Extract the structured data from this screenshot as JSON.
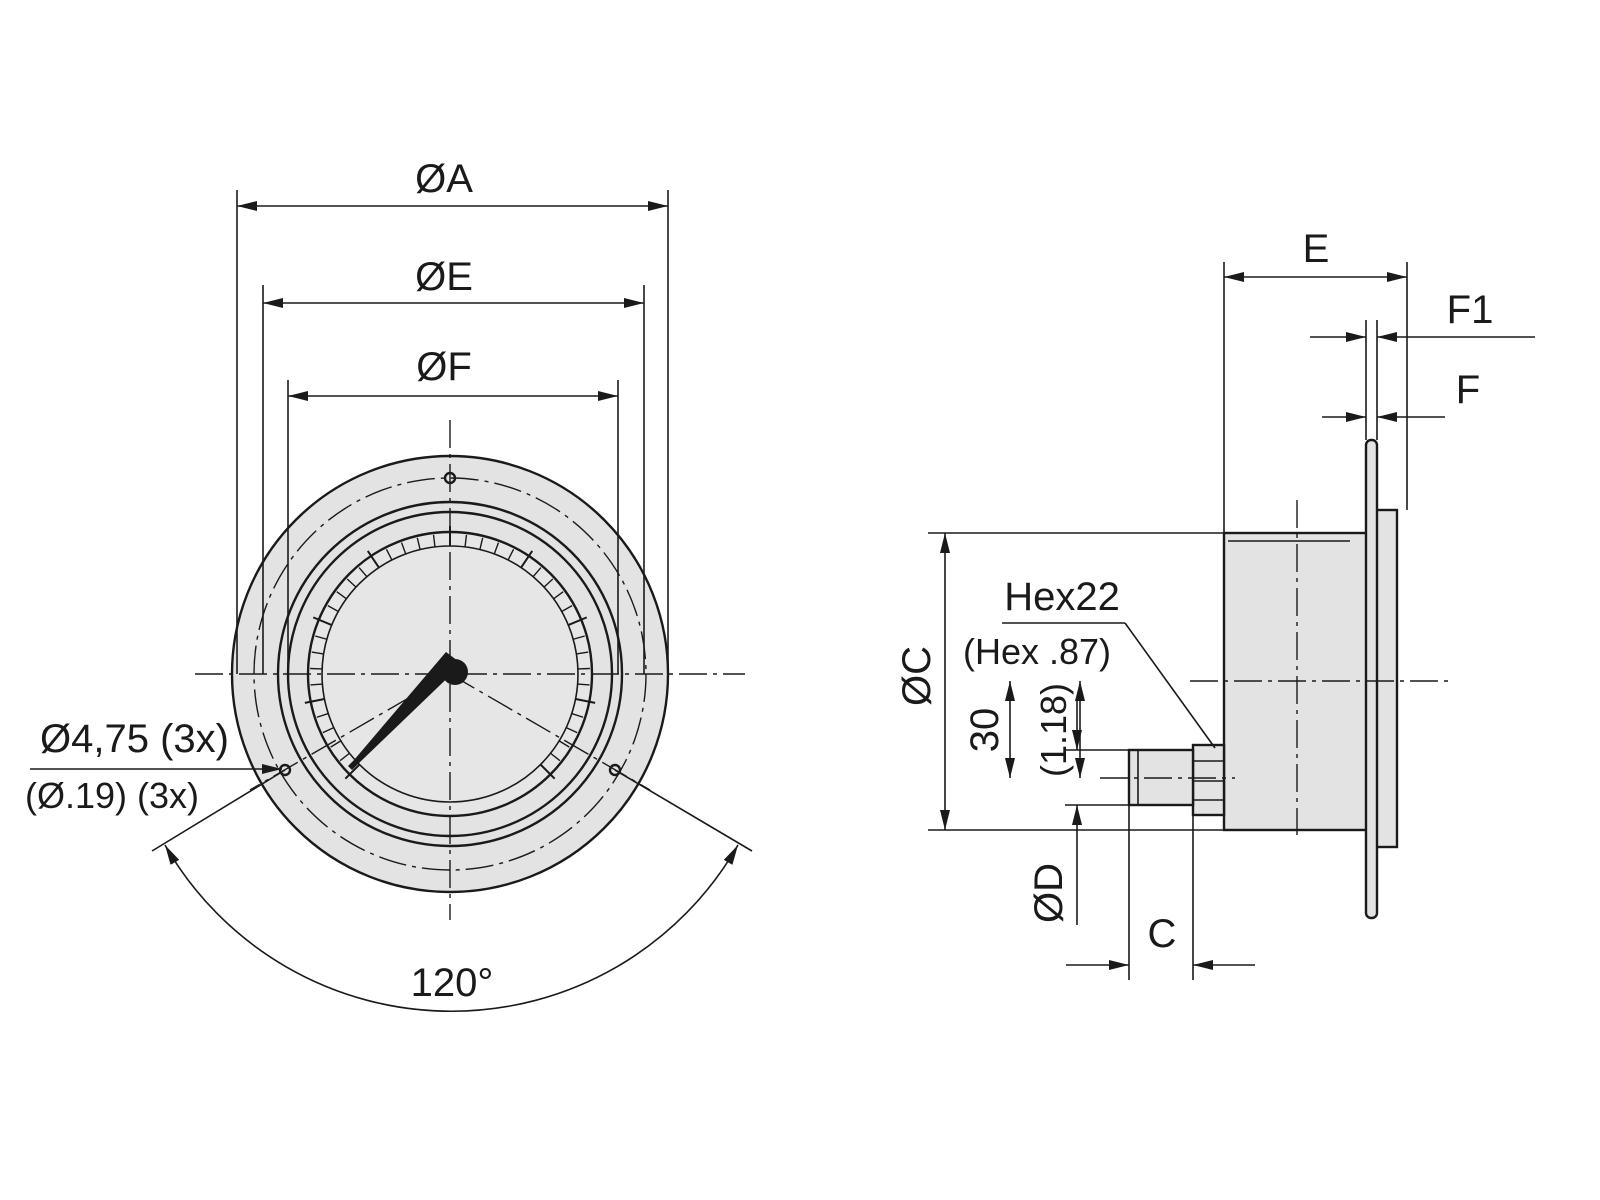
{
  "front_view": {
    "dim_outer_diameter": "ØA",
    "dim_bezel_diameter": "ØE",
    "dim_window_diameter": "ØF",
    "mount_hole_label": "Ø4,75 (3x)",
    "mount_hole_label_imperial": "(Ø.19) (3x)",
    "hole_angle": "120°"
  },
  "side_view": {
    "dim_depth": "E",
    "dim_flange_f1": "F1",
    "dim_flange_f": "F",
    "dim_case_diameter": "ØC",
    "hex_label": "Hex22",
    "hex_label_imperial": "(Hex .87)",
    "offset_label": "30",
    "offset_label_imperial": "(1.18)",
    "dim_connection_diameter": "ØD",
    "dim_connection_length": "C"
  }
}
